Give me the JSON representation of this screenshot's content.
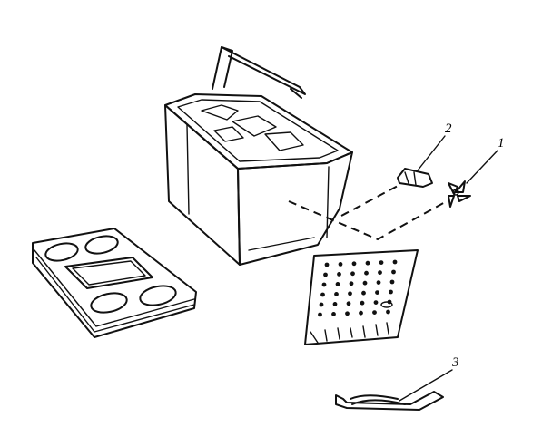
{
  "diagram": {
    "callouts": [
      {
        "id": "1",
        "label": "1"
      },
      {
        "id": "2",
        "label": "2"
      },
      {
        "id": "3",
        "label": "3"
      }
    ],
    "parts": [
      {
        "name": "cabinet-housing"
      },
      {
        "name": "top-cover-panel"
      },
      {
        "name": "rear-grille-panel"
      },
      {
        "name": "motor"
      },
      {
        "name": "fan-blade"
      },
      {
        "name": "heating-element"
      }
    ],
    "line_color": "#111111",
    "background": "#ffffff"
  }
}
